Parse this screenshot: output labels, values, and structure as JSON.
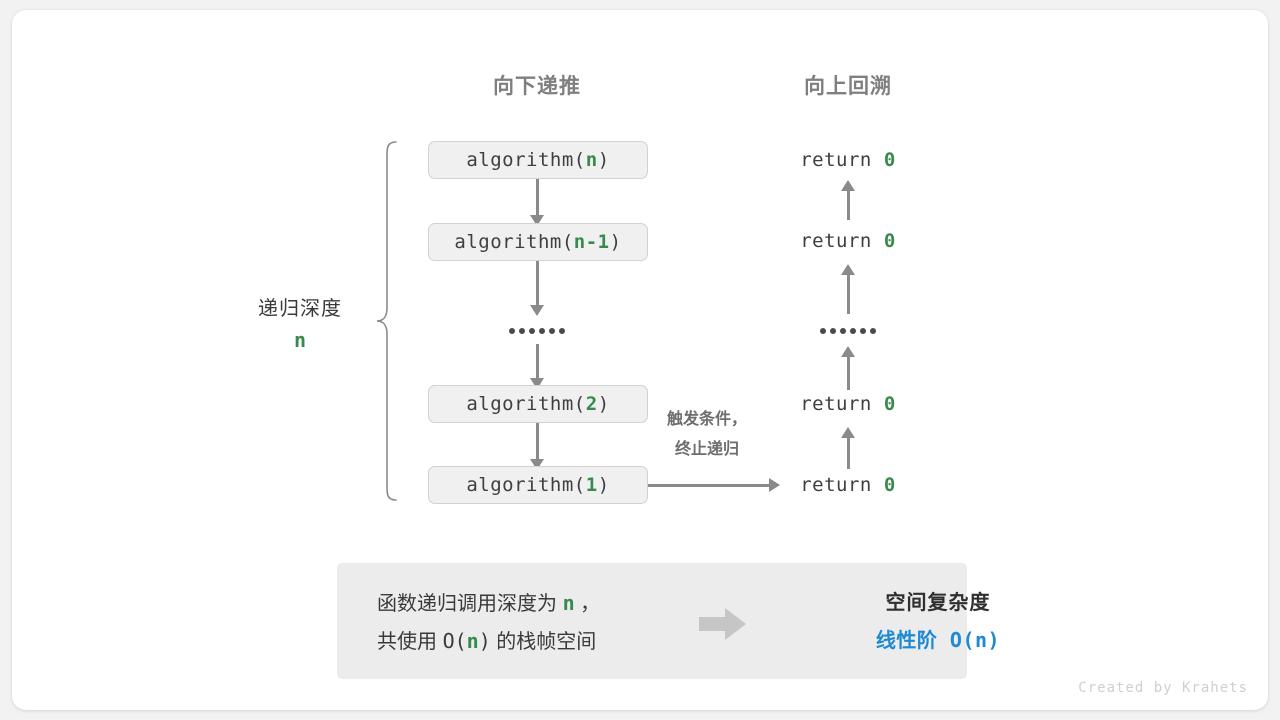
{
  "diagram": {
    "column_headers": {
      "down": "向下递推",
      "up": "向上回溯"
    },
    "depth_bracket": {
      "label": "递归深度",
      "value": "n"
    },
    "call_stack": [
      {
        "prefix": "algorithm(",
        "arg": "n",
        "suffix": ")"
      },
      {
        "prefix": "algorithm(",
        "arg": "n-1",
        "suffix": ")"
      },
      {
        "prefix": "algorithm(",
        "arg": "2",
        "suffix": ")"
      },
      {
        "prefix": "algorithm(",
        "arg": "1",
        "suffix": ")"
      }
    ],
    "ellipsis_dots": 6,
    "returns": [
      {
        "text": "return ",
        "value": "0"
      },
      {
        "text": "return ",
        "value": "0"
      },
      {
        "text": "return ",
        "value": "0"
      },
      {
        "text": "return ",
        "value": "0"
      }
    ],
    "transition_note": {
      "line1": "触发条件，",
      "line2": "终止递归"
    },
    "summary": {
      "left_line1_a": "函数递归调用深度为 ",
      "left_line1_var": "n",
      "left_line1_b": " ，",
      "left_line2_a": "共使用 ",
      "left_line2_m1": "O(",
      "left_line2_var": "n",
      "left_line2_m2": ")",
      "left_line2_b": " 的栈帧空间",
      "arrow_icon": "right-block-arrow",
      "right_title": "空间复杂度",
      "right_value": "线性阶 O(n)"
    }
  },
  "footer": {
    "credit": "Created by Krahets"
  },
  "colors": {
    "green": "#3a8a4e",
    "blue": "#1f8ad4",
    "gray_line": "#8a8a8a",
    "box_fill": "#f0f0f0",
    "box_border": "#d2d2d2",
    "summary_bg": "#ececec"
  }
}
